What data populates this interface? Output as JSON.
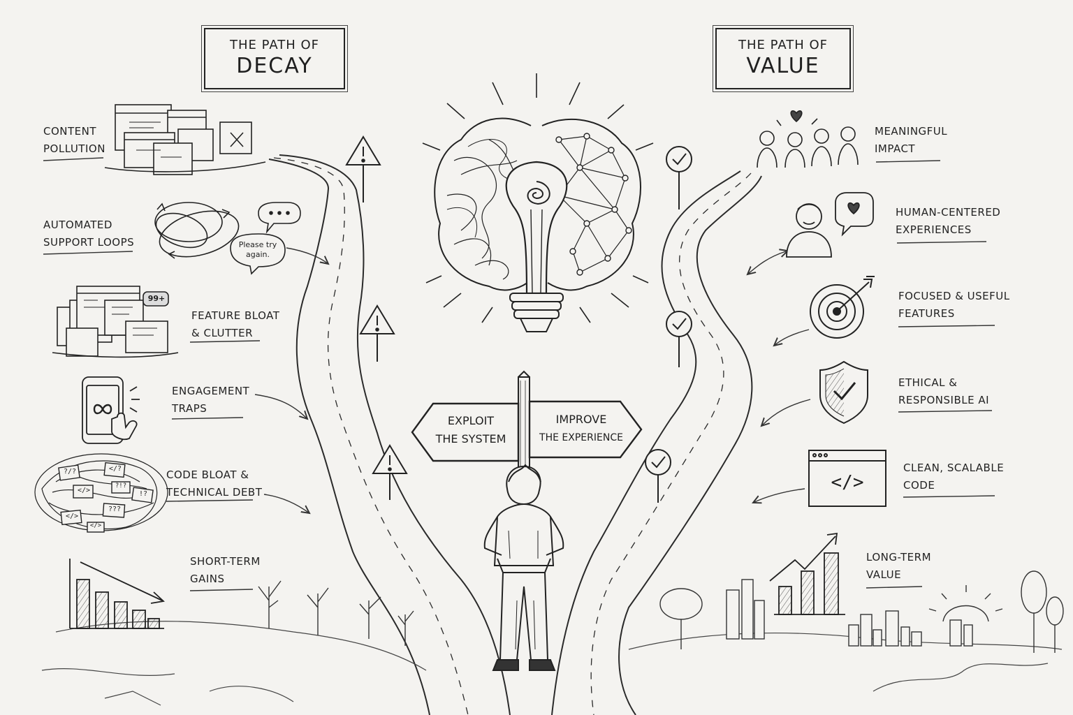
{
  "decay": {
    "title_line1": "The Path of",
    "title_line2": "Decay",
    "items": [
      {
        "line1": "Content",
        "line2": "Pollution"
      },
      {
        "line1": "Automated",
        "line2": "Support Loops"
      },
      {
        "line1": "Feature Bloat",
        "line2": "& Clutter"
      },
      {
        "line1": "Engagement",
        "line2": "Traps"
      },
      {
        "line1": "Code Bloat &",
        "line2": "Technical Debt"
      },
      {
        "line1": "Short-Term",
        "line2": "Gains"
      }
    ],
    "speech_bubble_line1": "Please try",
    "speech_bubble_line2": "again.",
    "notification_badge": "99+",
    "code_tags": [
      "</>",
      "?!?",
      "</>",
      "</?",
      "!?",
      "</>",
      "???",
      "?/?"
    ]
  },
  "value": {
    "title_line1": "The Path of",
    "title_line2": "Value",
    "items": [
      {
        "line1": "Meaningful",
        "line2": "Impact"
      },
      {
        "line1": "Human-Centered",
        "line2": "Experiences"
      },
      {
        "line1": "Focused & Useful",
        "line2": "Features"
      },
      {
        "line1": "Ethical &",
        "line2": "Responsible AI"
      },
      {
        "line1": "Clean, Scalable",
        "line2": "Code"
      },
      {
        "line1": "Long-Term",
        "line2": "Value"
      }
    ],
    "code_window_label": "</>"
  },
  "signpost": {
    "left_line1": "Exploit",
    "left_line2": "The System",
    "right_line1": "Improve",
    "right_line2": "The Experience"
  },
  "colors": {
    "ink": "#1f1f1f",
    "paper": "#f4f3f0",
    "road": "#fbfaf7"
  },
  "icons": {
    "warning": "warning-sign-icon",
    "check": "check-sign-icon",
    "bulb": "lightbulb-brain-icon"
  }
}
